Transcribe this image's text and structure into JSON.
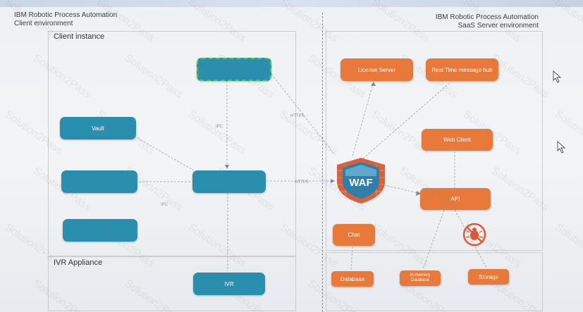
{
  "header_left": {
    "line1": "IBM Robotic Process Automation",
    "line2": "Client environment"
  },
  "header_right": {
    "line1": "IBM Robotic Process Automation",
    "line2": "SaaS Server environment"
  },
  "sections": {
    "client_instance": "Client instance",
    "ivr_appliance": "IVR Appliance"
  },
  "nodes": {
    "vault": "Vault",
    "license_server": "License Server",
    "realtime_hub": "Real Time message hub",
    "web_client": "Web Client",
    "api": "API",
    "chat": "Chat",
    "ivr": "IVR",
    "database": "Database",
    "inmemory_line1": "In-memory",
    "inmemory_line2": "Database",
    "storage": "Storage",
    "waf": "WAF"
  },
  "edge_labels": {
    "ipc_top": "IPC",
    "ipc_left": "IPC",
    "https_top": "HTTPS",
    "https_mid": "HTTPS"
  },
  "watermark": "Solution2Pass",
  "colors": {
    "teal": "#2a8fae",
    "orange": "#e8793a",
    "waf_shield": "#2f7fa8",
    "waf_brick": "#d9603b",
    "selection": "#5fbf4f"
  }
}
